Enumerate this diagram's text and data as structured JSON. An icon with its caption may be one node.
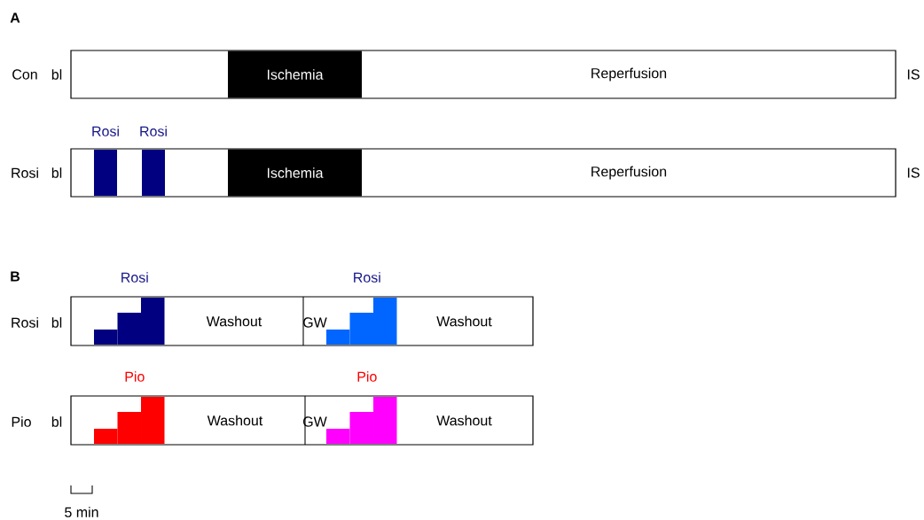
{
  "diagram": {
    "nodes": [
      {
        "text": [
          "Ischemia"
        ]
      },
      {
        "text": [
          "Reperfusion"
        ]
      },
      {
        "text": [
          "Rosi"
        ]
      },
      {
        "text": [
          "Rosi"
        ]
      },
      {
        "text": [
          "Ischemia"
        ]
      },
      {
        "text": [
          "Reperfusion"
        ]
      },
      {
        "text": [
          "Rosi"
        ]
      },
      {
        "text": [
          "Washout"
        ]
      },
      {
        "text": [
          "Rosi"
        ]
      },
      {
        "text": [
          "Washout"
        ]
      },
      {
        "text": [
          "Pio"
        ]
      },
      {
        "text": [
          "Washout"
        ]
      },
      {
        "text": [
          "Pio"
        ]
      },
      {
        "text": [
          "Washout"
        ]
      }
    ],
    "labels": [
      "A",
      "Con",
      "bl",
      "IS",
      "Rosi",
      "bl",
      "IS",
      "B",
      "Rosi",
      "bl",
      "GW",
      "Pio",
      "bl",
      "GW",
      "5 min"
    ]
  }
}
